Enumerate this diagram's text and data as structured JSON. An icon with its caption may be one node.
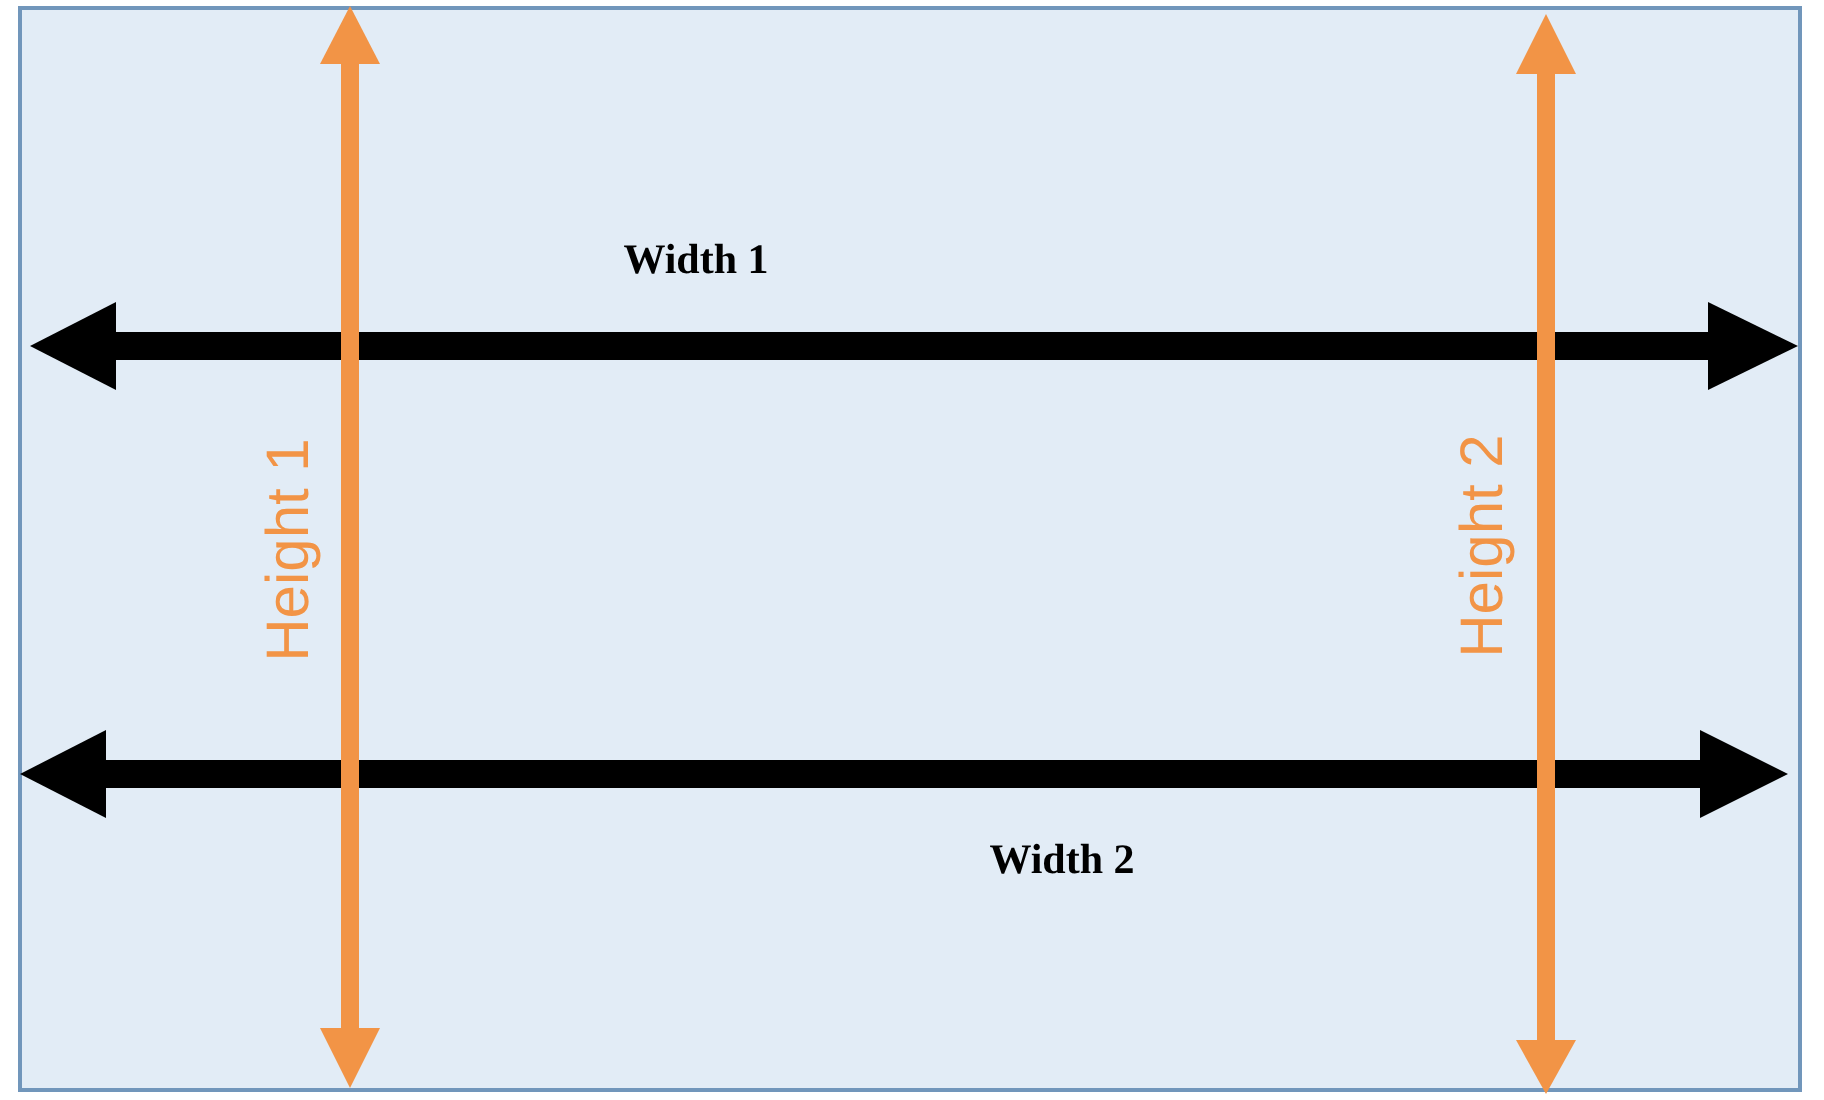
{
  "diagram": {
    "labels": [
      "Width 1",
      "Height 1",
      "Height 2",
      "Width 2"
    ]
  }
}
